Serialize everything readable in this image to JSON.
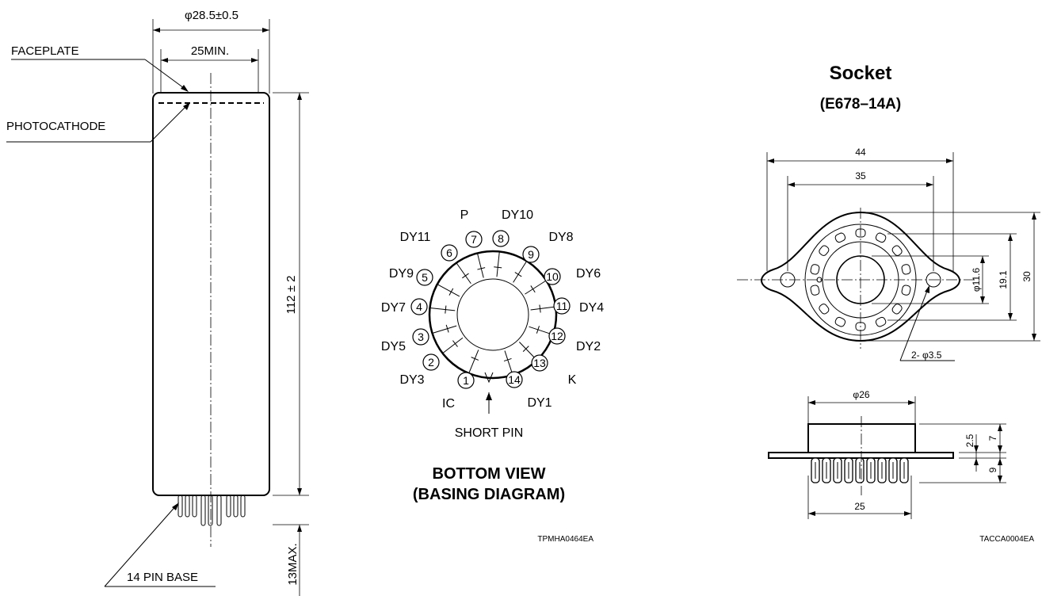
{
  "tube": {
    "diameter": "φ28.5±0.5",
    "min_width": "25MIN.",
    "faceplate": "FACEPLATE",
    "photocathode": "PHOTOCATHODE",
    "length": "112 ± 2",
    "pin_length": "13MAX.",
    "pin_base": "14 PIN BASE"
  },
  "basing": {
    "pins": [
      {
        "num": "1",
        "label": "IC"
      },
      {
        "num": "2",
        "label": "DY3"
      },
      {
        "num": "3",
        "label": "DY5"
      },
      {
        "num": "4",
        "label": "DY7"
      },
      {
        "num": "5",
        "label": "DY9"
      },
      {
        "num": "6",
        "label": "DY11"
      },
      {
        "num": "7",
        "label": "P"
      },
      {
        "num": "8",
        "label": "DY10"
      },
      {
        "num": "9",
        "label": "DY8"
      },
      {
        "num": "10",
        "label": "DY6"
      },
      {
        "num": "11",
        "label": "DY4"
      },
      {
        "num": "12",
        "label": "DY2"
      },
      {
        "num": "13",
        "label": "K"
      },
      {
        "num": "14",
        "label": "DY1"
      }
    ],
    "short_pin": "SHORT PIN",
    "title_line1": "BOTTOM VIEW",
    "title_line2": "(BASING DIAGRAM)",
    "code": "TPMHA0464EA"
  },
  "socket": {
    "title": "Socket",
    "model": "(E678–14A)",
    "dim_44": "44",
    "dim_35": "35",
    "dim_11_6": "φ11.6",
    "dim_19_1": "19.1",
    "dim_30": "30",
    "hole": "2- φ3.5",
    "dim_26": "φ26",
    "dim_2_5": "2.5",
    "dim_7": "7",
    "dim_9": "9",
    "dim_25": "25",
    "code": "TACCA0004EA"
  }
}
